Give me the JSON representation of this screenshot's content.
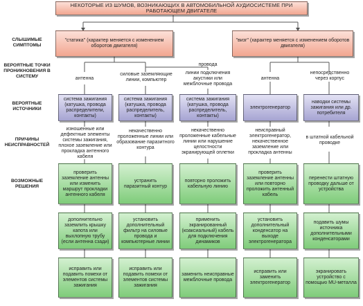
{
  "title": "НЕКОТОРЫЕ ИЗ ШУМОВ, ВОЗНИКАЮЩИХ В АВТОМОБИЛЬНОЙ АУДИОСИСТЕМЕ ПРИ РАБОТАЮЩЕМ ДВИГАТЕЛЕ",
  "sections": {
    "symptoms": "СЛЫШИМЫЕ СИМПТОМЫ",
    "entry_points": "ВЕРОЯТНЫЕ ТОЧКИ ПРОНИКНОВЕНИЯ В СИСТЕМУ",
    "sources": "ВЕРОЯТНЫЕ ИСТОЧНИКИ",
    "causes": "ПРИЧИНЫ НЕИСПРАВНОСТЕЙ",
    "solutions": "ВОЗМОЖНЫЕ РЕШЕНИЯ"
  },
  "symptoms": [
    "\"статика\" (характер меняется с изменением оборотов двигателя)",
    "\"визг\" (характер меняется с изменением оборотов двигателя)"
  ],
  "entry_points": {
    "col1": "антенна",
    "col2": "силовые заземляющие линии, компьютер",
    "col3_top": "провода",
    "col3": "линии подключения акустики или межблочные провода",
    "col4": "антенна",
    "col5": "непосредственно через корпус"
  },
  "sources": [
    "система зажигания (катушка, провода распределители, контакты)",
    "система зажигания (катушка, провода распределитель, контакты)",
    "система зажигания (катушка, провода распределитель, контакты)",
    "электрогенератор",
    "наводки системы зажигания или др. потребителя"
  ],
  "causes": [
    "изношенные или дефектные элементы системы зажигания, плохое заземление или прокладка антенного кабеля",
    "некачественно проложенные линии или образование паразитного контура",
    "некачественно проложенные кабельные линии или нарушение целостности экранирующей оплетки",
    "неисправный электрогенератор, некачественное заземление или прокладка антенны",
    "в штатной кабельной проводке"
  ],
  "solutions_row1": [
    "проверить заземление антенны или изменить маршрут прокладки антенного кабеля",
    "устранить паразитный контур",
    "повторно проложить кабельную линию",
    "проверить заземление антенны или повторно проложить антенный кабель",
    "перенести штатную проводку дальше от устройства"
  ],
  "solutions_row2": [
    "дополнительно заземлить крышку капота или выхлопную трубу (если антенна сзади)",
    "установить дополнительный фильтр на силовые провода и компьютерные линии",
    "применить экранированный (коаксиальный) кабель для подключения динамиков",
    "установить дополнительный конденсатор на выходе электрогенератора",
    "подавить шумы источника дополнительными конденсаторами"
  ],
  "solutions_row3": [
    "исправить или подавить помехи от элементов системы зажигания",
    "исправить или подавить помехи от элементов системы зажигания",
    "заменить неисправные межблочные провода",
    "исправить или заменить электрогенератор",
    "экранировать устройство с помощью MU-металла"
  ]
}
